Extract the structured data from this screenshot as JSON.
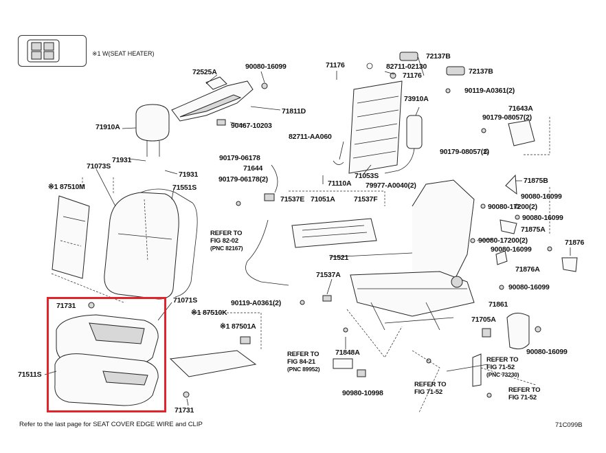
{
  "legend": {
    "text": "※1 W(SEAT HEATER)"
  },
  "labels": {
    "p72525A": "72525A",
    "p90080_16099_a": "90080-16099",
    "p71811D": "71811D",
    "p90467_10203": "90467-10203",
    "p71910A": "71910A",
    "p71931_a": "71931",
    "p71931_b": "71931",
    "p71073S": "71073S",
    "p87510M": "※1 87510M",
    "p71551S": "71551S",
    "p71731_a": "71731",
    "p71071S": "71071S",
    "p87510K": "※1 87510K",
    "p87501A": "※1 87501A",
    "p71511S": "71511S",
    "p71731_b": "71731",
    "p71176_a": "71176",
    "p82711_02130": "82711-02130",
    "p71176_b": "71176",
    "p72137B_a": "72137B",
    "p72137B_b": "72137B",
    "p90119_A0361_a": "90119-A0361(2)",
    "p73910A": "73910A",
    "p71643A": "71643A",
    "p90179_08057_a": "90179-08057(2)",
    "p90179_08057_b": "90179-08057(2)",
    "p82711_AA060": "82711-AA060",
    "p90179_06178_a": "90179-06178",
    "p71644": "71644",
    "p90179_06178_b": "90179-06178(2)",
    "p71053S": "71053S",
    "p71110A": "71110A",
    "p79977_A0040": "79977-A0040(2)",
    "p71537E": "71537E",
    "p71051A": "71051A",
    "p71537F": "71537F",
    "p71875B": "71875B",
    "p90080_16099_b": "90080-16099",
    "p90080_17200_a": "90080-17200(2)",
    "p90080_16099_c": "90080-16099",
    "p71875A": "71875A",
    "p90080_17200_b": "90080-17200(2)",
    "p71876": "71876",
    "p90080_16099_d": "90080-16099",
    "p71876A": "71876A",
    "p90080_16099_e": "90080-16099",
    "p71521": "71521",
    "p71537A": "71537A",
    "p90119_A0361_b": "90119-A0361(2)",
    "p71861": "71861",
    "p71705A": "71705A",
    "p90080_16099_f": "90080-16099",
    "p71848A": "71848A",
    "p90980_10998": "90980-10998",
    "p71C099B": "71C099B"
  },
  "refs": {
    "r82_02": {
      "line1": "REFER TO",
      "line2": "FIG 82-02",
      "line3": "(PNC 82167)"
    },
    "r84_21": {
      "line1": "REFER TO",
      "line2": "FIG 84-21",
      "line3": "(PNC 89952)"
    },
    "r71_52_a": {
      "line1": "REFER TO",
      "line2": "FIG 71-52",
      "line3": "(PNC 73230)"
    },
    "r71_52_b": {
      "line1": "REFER TO",
      "line2": "FIG 71-52"
    },
    "r71_52_c": {
      "line1": "REFER TO",
      "line2": "FIG 71-52"
    }
  },
  "footer": {
    "note": "Refer to the last page for SEAT COVER EDGE WIRE and CLIP"
  },
  "colors": {
    "highlight": "#e0242a",
    "line": "#222222"
  }
}
